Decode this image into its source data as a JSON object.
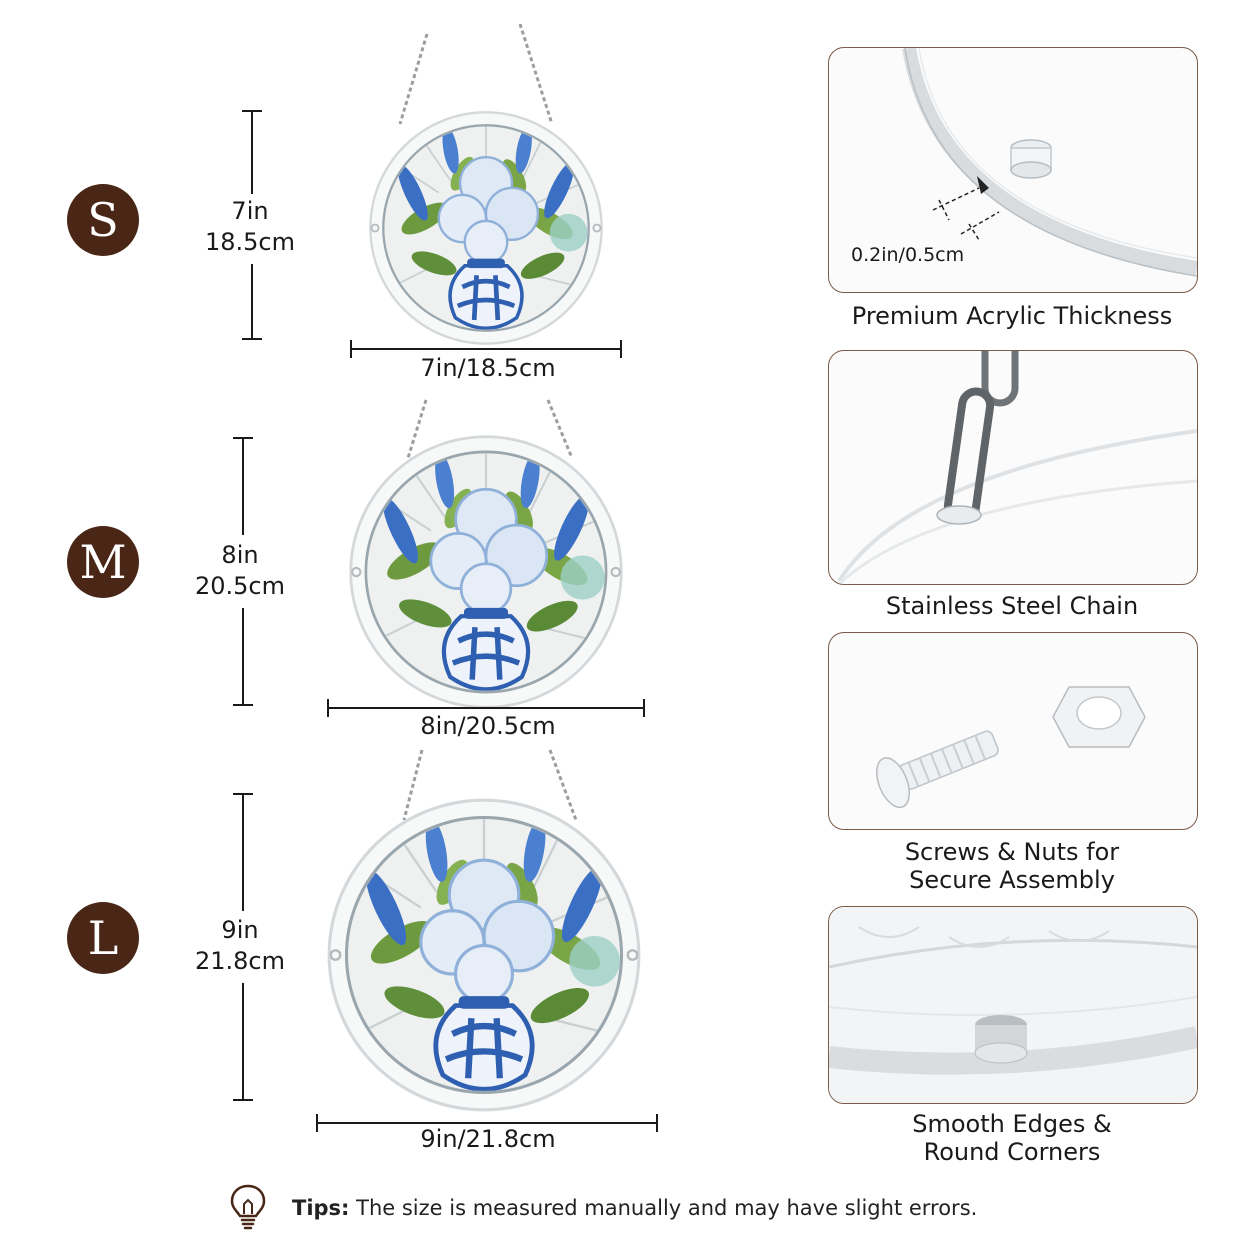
{
  "sizes": [
    {
      "badge": "S",
      "height_in": "7in",
      "height_cm": "18.5cm",
      "width_label": "7in/18.5cm"
    },
    {
      "badge": "M",
      "height_in": "8in",
      "height_cm": "20.5cm",
      "width_label": "8in/20.5cm"
    },
    {
      "badge": "L",
      "height_in": "9in",
      "height_cm": "21.8cm",
      "width_label": "9in/21.8cm"
    }
  ],
  "features": {
    "thickness": {
      "measure": "0.2in/0.5cm",
      "label": "Premium Acrylic Thickness"
    },
    "chain": {
      "label": "Stainless Steel Chain"
    },
    "screws": {
      "label_line1": "Screws & Nuts for",
      "label_line2": "Secure Assembly"
    },
    "edges": {
      "label_line1": "Smooth Edges &",
      "label_line2": "Round Corners"
    }
  },
  "tips": {
    "prefix": "Tips:",
    "text": " The size is measured manually and may have slight errors."
  },
  "colors": {
    "badge": "#4a2616",
    "vase_blue": "#2f5fb0",
    "leaf_green": "#5f8f3a"
  }
}
